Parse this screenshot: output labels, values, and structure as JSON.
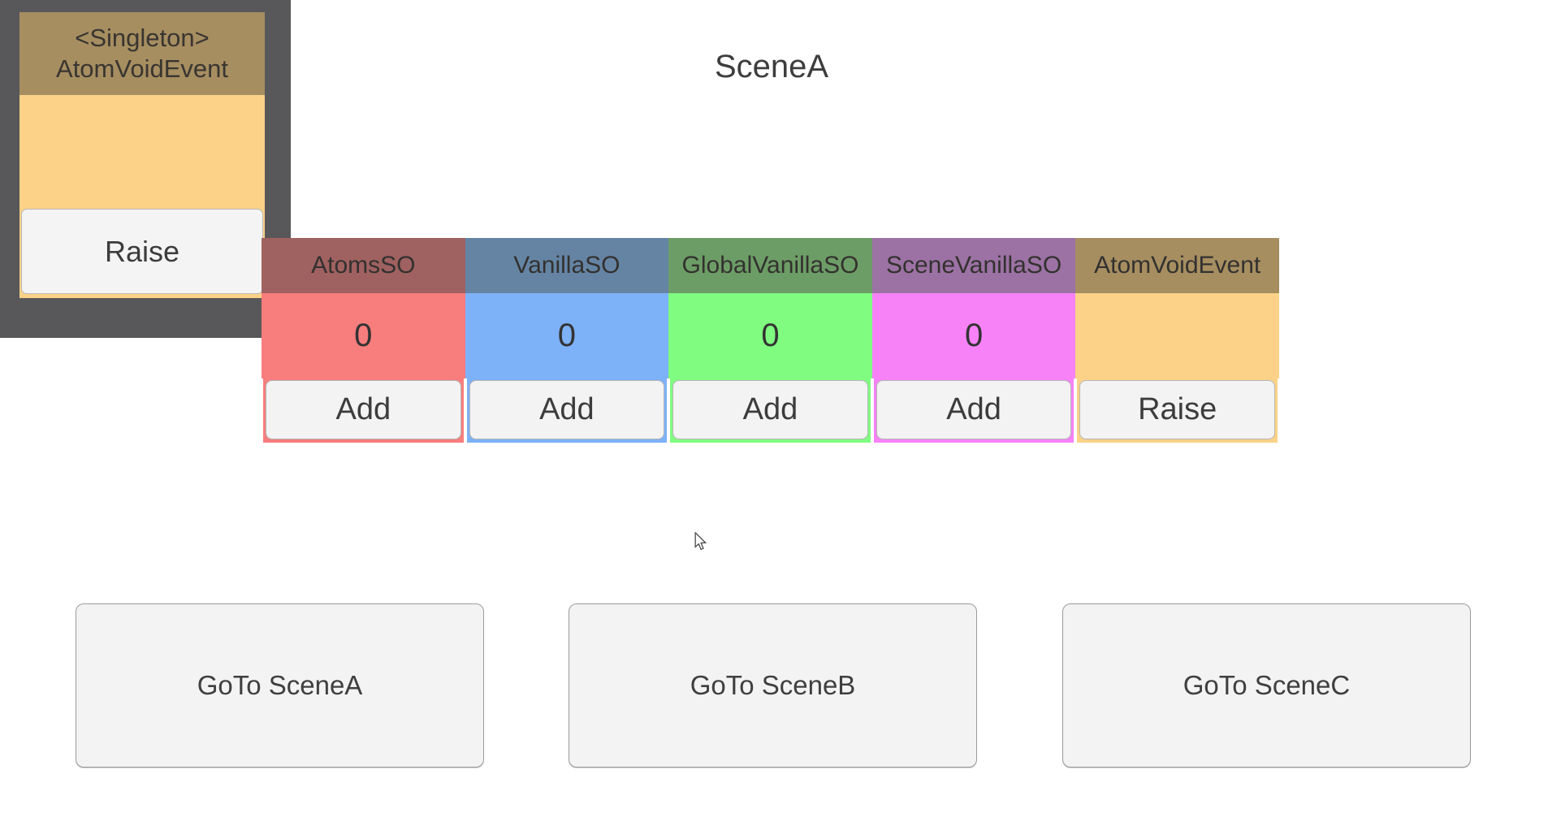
{
  "title": {
    "text": "SceneA"
  },
  "singleton_panel": {
    "panel_color": "#58585a",
    "card": {
      "header_line1": "<Singleton>",
      "header_line2": "AtomVoidEvent",
      "header_color": "#a68e61",
      "body_color": "#fbd288",
      "button_label": "Raise"
    }
  },
  "columns": [
    {
      "label": "AtomsSO",
      "value": "0",
      "button_label": "Add",
      "header_color": "#a06161",
      "body_color": "#f87d7d"
    },
    {
      "label": "VanillaSO",
      "value": "0",
      "button_label": "Add",
      "header_color": "#6584a4",
      "body_color": "#7db1f8"
    },
    {
      "label": "GlobalVanillaSO",
      "value": "0",
      "button_label": "Add",
      "header_color": "#6d9d66",
      "body_color": "#80fc81"
    },
    {
      "label": "SceneVanillaSO",
      "value": "0",
      "button_label": "Add",
      "header_color": "#9c72a4",
      "body_color": "#f782f8"
    },
    {
      "label": "AtomVoidEvent",
      "value": "",
      "button_label": "Raise",
      "header_color": "#a68e61",
      "body_color": "#fbd288"
    }
  ],
  "scene_buttons": [
    {
      "label": "GoTo SceneA"
    },
    {
      "label": "GoTo SceneB"
    },
    {
      "label": "GoTo SceneC"
    }
  ]
}
